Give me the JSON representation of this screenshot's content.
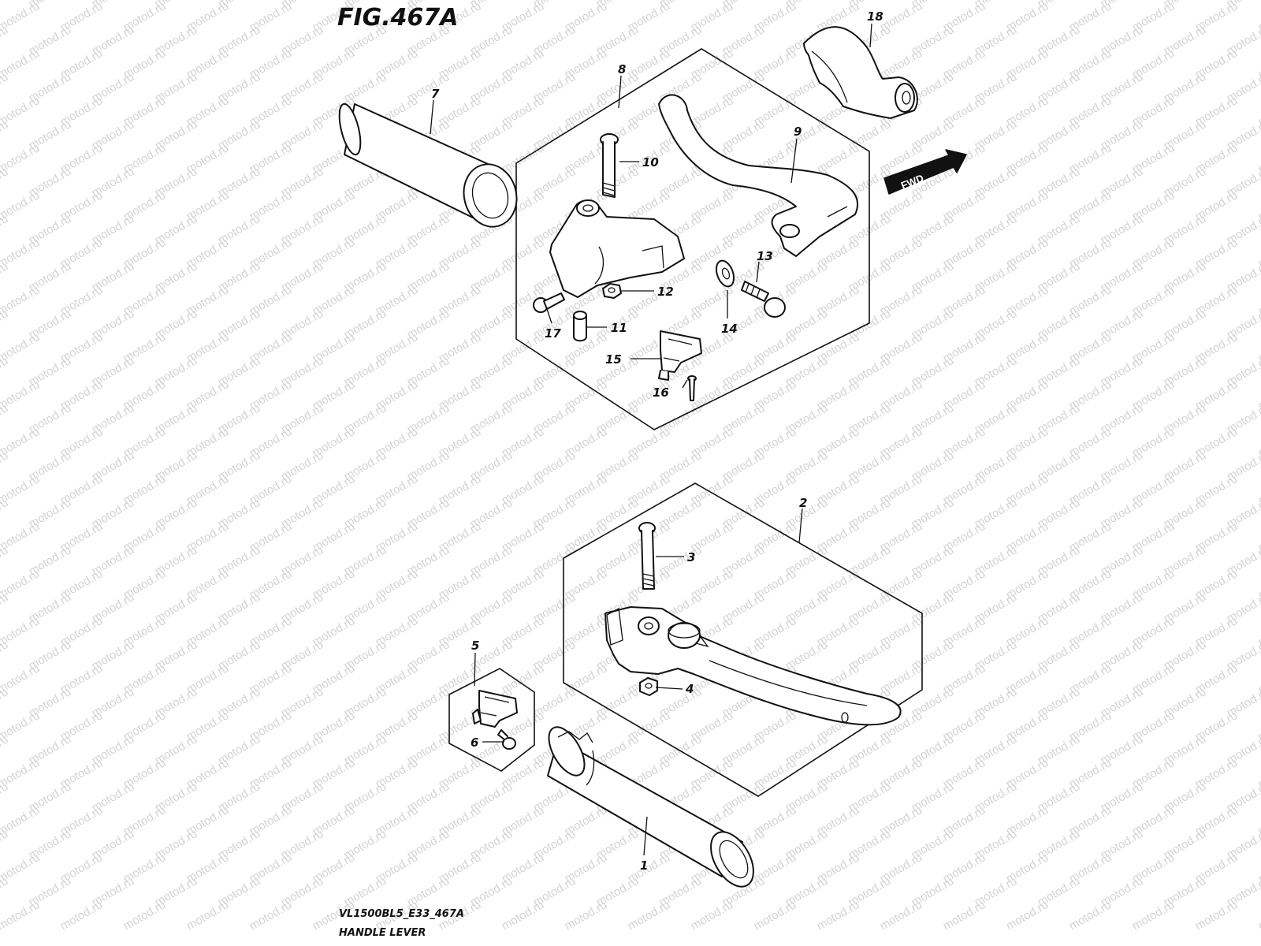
{
  "figure": {
    "title": "FIG.467A",
    "code": "VL1500BL5_E33_467A",
    "name": "HANDLE LEVER"
  },
  "watermark": "motod.ru",
  "direction_tag": "FWD",
  "callouts": [
    "1",
    "2",
    "3",
    "4",
    "5",
    "6",
    "7",
    "8",
    "9",
    "10",
    "11",
    "12",
    "13",
    "14",
    "15",
    "16",
    "17",
    "18"
  ]
}
